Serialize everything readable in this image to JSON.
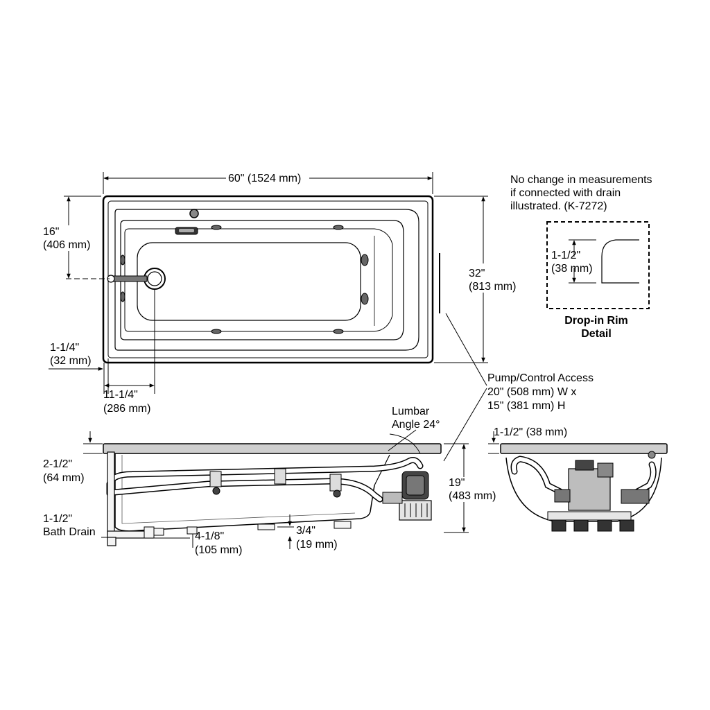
{
  "dims": {
    "overall_length": "60\" (1524 mm)",
    "drain_offset_in": "16\"",
    "drain_offset_mm": "(406 mm)",
    "width_in": "32\"",
    "width_mm": "(813 mm)",
    "flange_in": "1-1/4\"",
    "flange_mm": "(32 mm)",
    "drain_center_in": "11-1/4\"",
    "drain_center_mm": "(286 mm)",
    "rim_in": "2-1/2\"",
    "rim_mm": "(64 mm)",
    "bath_drain_size": "1-1/2\"",
    "bath_drain_label": "Bath Drain",
    "foot_in": "4-1/8\"",
    "foot_mm": "(105 mm)",
    "foot_height_in": "3/4\"",
    "foot_height_mm": "(19 mm)",
    "height_in": "19\"",
    "height_mm": "(483 mm)",
    "end_rim": "1-1/2\" (38 mm)",
    "lumbar_line1": "Lumbar",
    "lumbar_line2": "Angle 24°"
  },
  "note": {
    "line1": "No change in measurements",
    "line2": "if connected with drain",
    "line3": "illustrated. (K-7272)"
  },
  "rim_detail": {
    "dim_in": "1-1/2\"",
    "dim_mm": "(38 mm)",
    "title_line1": "Drop-in Rim",
    "title_line2": "Detail"
  },
  "pump_access": {
    "line1": "Pump/Control Access",
    "line2": "20\" (508 mm) W x",
    "line3": "15\" (381 mm) H"
  }
}
